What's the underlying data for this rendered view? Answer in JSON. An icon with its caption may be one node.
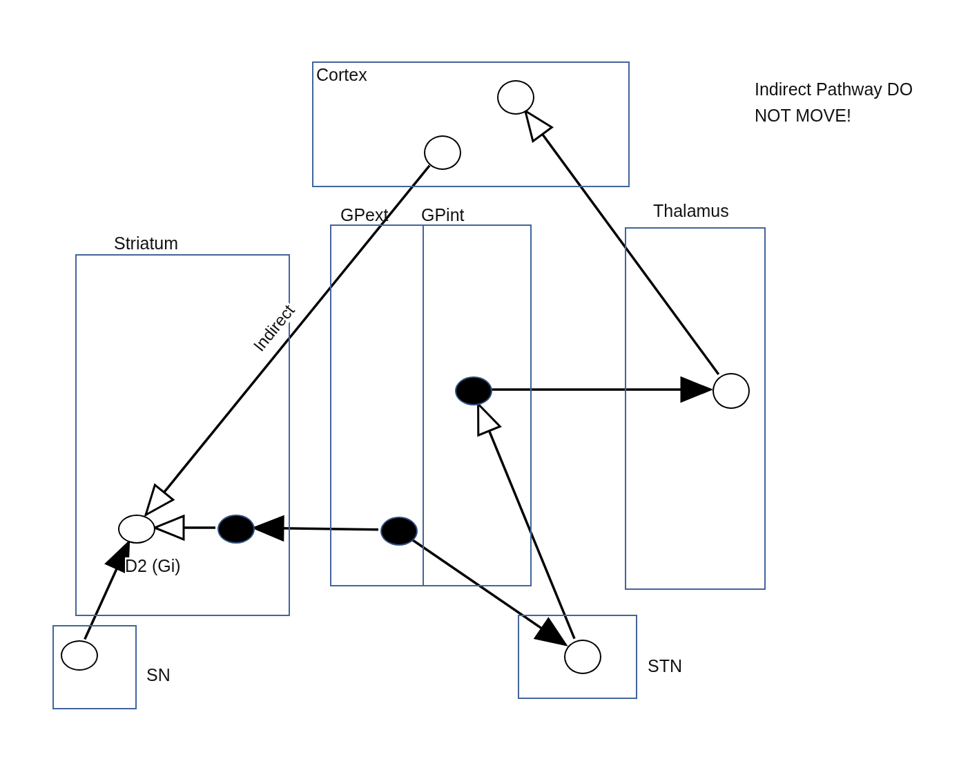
{
  "diagram": {
    "nodes": [
      {
        "text": [
          "Cortex"
        ]
      },
      {
        "text": [],
        "shape": "circle",
        "in": 0
      },
      {
        "text": [],
        "shape": "circle",
        "in": 0
      },
      {
        "text": [
          "GPext"
        ]
      },
      {
        "text": [
          "GPint"
        ]
      },
      {
        "text": [
          "Thalamus"
        ]
      },
      {
        "text": [
          "Striatum"
        ]
      },
      {
        "text": [
          "SN"
        ]
      },
      {
        "text": [
          "STN"
        ]
      },
      {
        "text": [],
        "shape": "circle",
        "in": 6,
        "beside": [
          "D2 (Gi)"
        ]
      },
      {
        "text": [],
        "shape": "circle",
        "in": 6
      },
      {
        "text": [],
        "shape": "circle",
        "in": 3
      },
      {
        "text": [],
        "shape": "circle",
        "in": 4
      },
      {
        "text": [],
        "shape": "circle",
        "in": 5
      },
      {
        "text": [],
        "shape": "circle",
        "in": 8
      },
      {
        "text": [],
        "shape": "circle",
        "in": 7
      }
    ],
    "edges": [
      {
        "from": 2,
        "to": 9,
        "arrow": "to",
        "label": "Indirect"
      },
      {
        "from": 10,
        "to": 9,
        "arrow": "to"
      },
      {
        "from": 11,
        "to": 10,
        "arrow": "to"
      },
      {
        "from": 11,
        "to": 14,
        "arrow": "to"
      },
      {
        "from": 14,
        "to": 12,
        "arrow": "to"
      },
      {
        "from": 12,
        "to": 13,
        "arrow": "to"
      },
      {
        "from": 13,
        "to": 1,
        "arrow": "to"
      },
      {
        "from": 15,
        "to": 9,
        "arrow": "to"
      }
    ],
    "labels": [
      "Indirect Pathway DO NOT MOVE!"
    ]
  }
}
